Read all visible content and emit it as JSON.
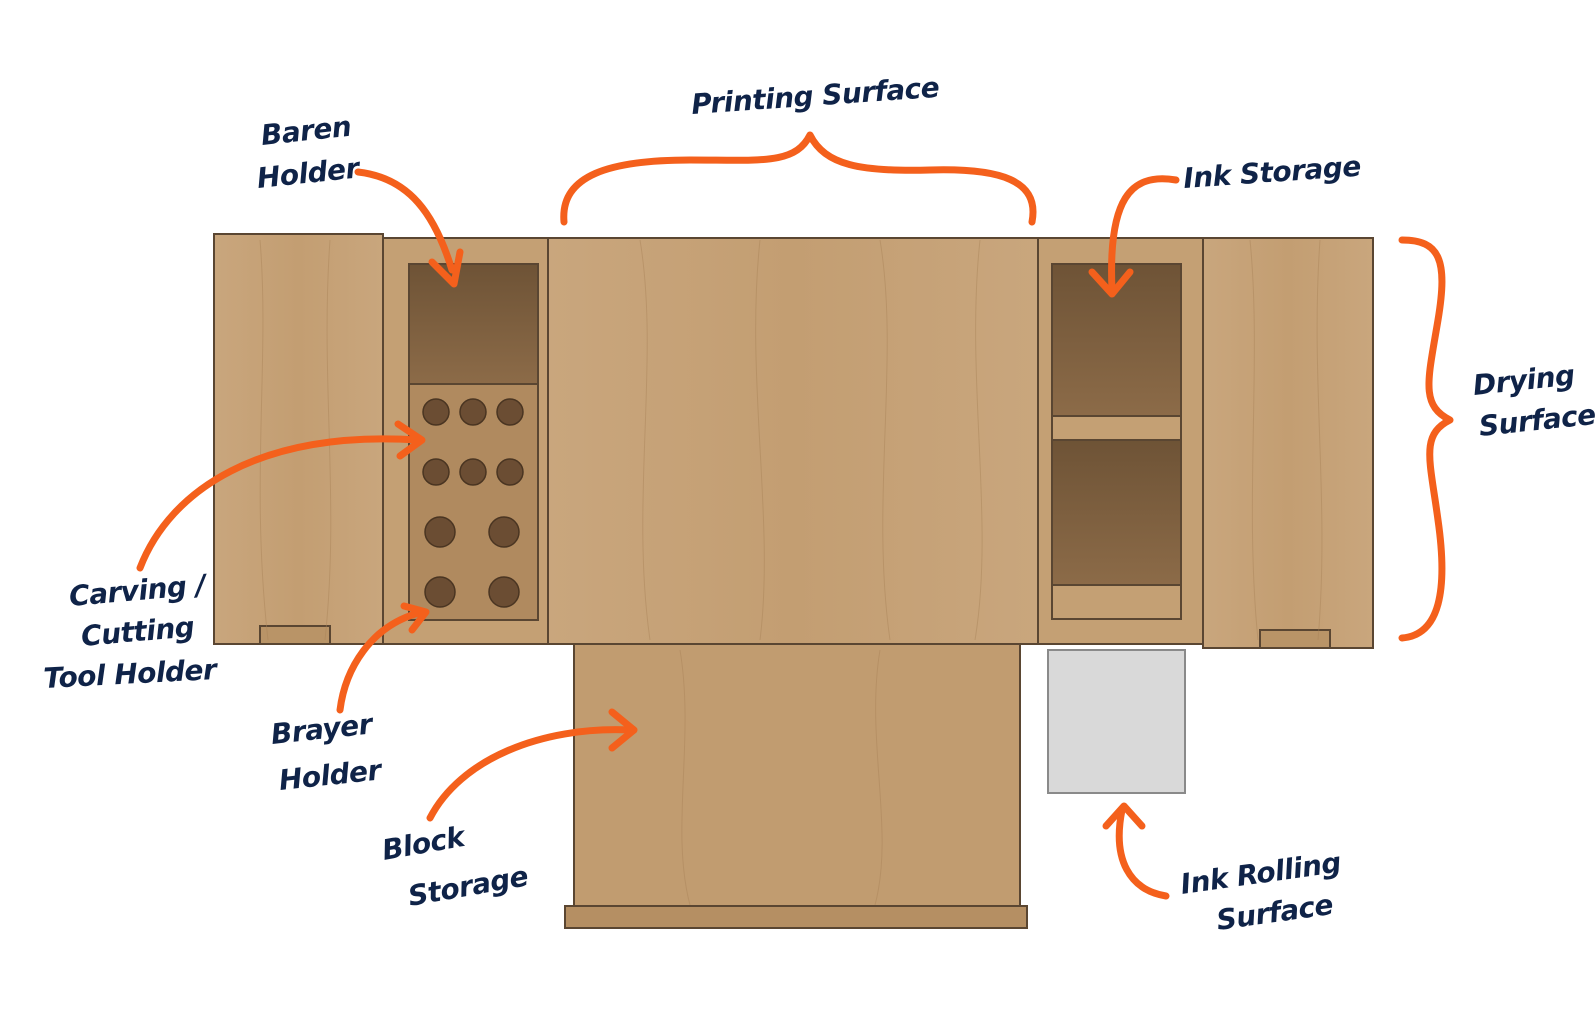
{
  "colors": {
    "wood": "#c7a37a",
    "wood_dark": "#a98358",
    "wood_edge": "#5a4632",
    "cavity": "#7a5e40",
    "hole": "#6b4d33",
    "steel": "#d9d9d9",
    "annotation": "#f4601c",
    "label": "#0f2348"
  },
  "labels": {
    "baren_line1": "Baren",
    "baren_line2": "Holder",
    "printing_surface": "Printing Surface",
    "ink_storage": "Ink Storage",
    "drying_line1": "Drying",
    "drying_line2": "Surface",
    "carving_line1": "Carving /",
    "carving_line2": "Cutting",
    "carving_line3": "Tool Holder",
    "brayer_line1": "Brayer",
    "brayer_line2": "Holder",
    "block_line1": "Block",
    "block_line2": "Storage",
    "ink_rolling_line1": "Ink Rolling",
    "ink_rolling_line2": "Surface"
  }
}
